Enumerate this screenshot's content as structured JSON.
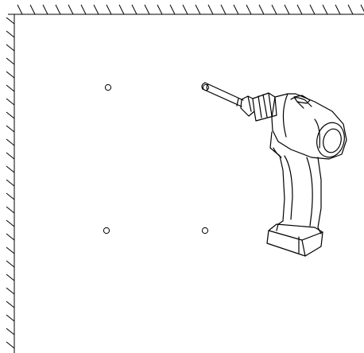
{
  "diagram": {
    "elements": [
      {
        "kind": "wall",
        "name": "top-wall-hatch"
      },
      {
        "kind": "wall",
        "name": "left-wall-hatch"
      },
      {
        "kind": "hole",
        "name": "hole-top-left"
      },
      {
        "kind": "hole",
        "name": "hole-top-right"
      },
      {
        "kind": "hole",
        "name": "hole-bottom-left"
      },
      {
        "kind": "hole",
        "name": "hole-bottom-right"
      },
      {
        "kind": "tool",
        "name": "cordless-drill-icon"
      }
    ],
    "colors": {
      "line": "#000000",
      "background": "#ffffff"
    }
  }
}
